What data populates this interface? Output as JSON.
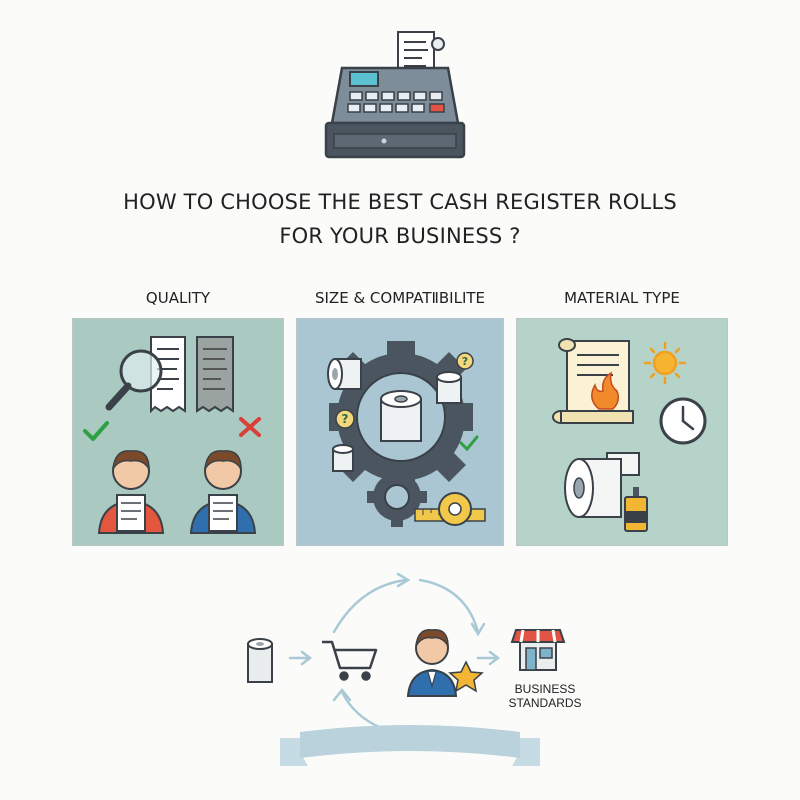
{
  "title": {
    "line1": "HOW TO CHOOSE THE BEST CASH REGISTER ROLLS",
    "line2": "FOR YOUR BUSINESS ?"
  },
  "panels": [
    {
      "label": "QUALITY",
      "background": "#a9c9c1"
    },
    {
      "label": "SIZE & COMPATⅡBILITE",
      "background": "#a9c6d2"
    },
    {
      "label": "MATERIAL TYPE",
      "background": "#b5d3c9"
    }
  ],
  "flow": {
    "business_label_line1": "BUSINESS",
    "business_label_line2": "STANDARDS"
  },
  "colors": {
    "dark": "#3a4148",
    "check": "#2ea043",
    "cross": "#d9403a",
    "arrow": "#a9c9d6",
    "star": "#f2b632",
    "banner": "#b9d2dc"
  },
  "icons": [
    "cash-register-icon",
    "magnifier-icon",
    "receipt-icon",
    "check-icon",
    "cross-icon",
    "person-icon",
    "gear-icon",
    "paper-roll-icon",
    "question-icon",
    "tape-measure-icon",
    "scroll-icon",
    "fire-icon",
    "sun-icon",
    "clock-icon",
    "bottle-icon",
    "shopping-cart-icon",
    "star-icon",
    "storefront-icon",
    "arrow-icon",
    "banner-icon"
  ]
}
